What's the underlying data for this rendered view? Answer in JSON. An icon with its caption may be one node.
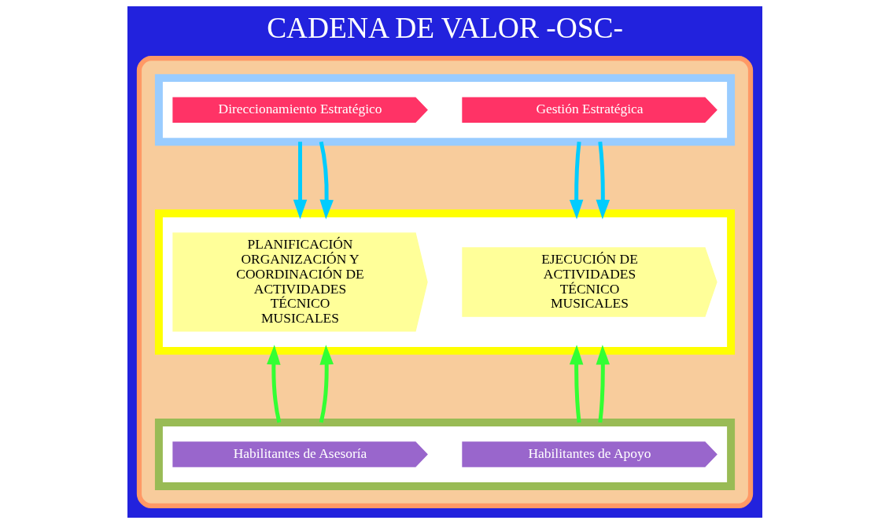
{
  "diagram": {
    "title": "CADENA DE VALOR -OSC-",
    "nodes": [
      {
        "text": [],
        "shape": "arrow"
      },
      {
        "text": [],
        "shape": "box",
        "in": 0
      },
      {
        "text": [
          "Direccionamiento Estratégico"
        ],
        "in": 1
      },
      {
        "text": [
          "Gestión Estratégica"
        ],
        "in": 1
      },
      {
        "text": [],
        "shape": "box",
        "in": 0
      },
      {
        "text": [
          "PLANIFICACIÓN ORGANIZACIÓN Y COORDINACIÓN DE ACTIVIDADES TÉCNICO MUSICALES"
        ],
        "in": 4
      },
      {
        "text": [
          "EJECUCIÓN DE ACTIVIDADES TÉCNICO MUSICALES"
        ],
        "in": 4
      },
      {
        "text": [],
        "shape": "box",
        "in": 0
      },
      {
        "text": [
          "Habilitantes de Asesoría"
        ],
        "in": 7
      },
      {
        "text": [
          "Habilitantes de Apoyo"
        ],
        "in": 7
      }
    ],
    "edges": [
      {
        "from": 1,
        "to": 4,
        "arrow": "to",
        "color": "#00ccff"
      },
      {
        "from": 1,
        "to": 4,
        "arrow": "to",
        "color": "#00ccff"
      },
      {
        "from": 1,
        "to": 4,
        "arrow": "to",
        "color": "#00ccff"
      },
      {
        "from": 1,
        "to": 4,
        "arrow": "to",
        "color": "#00ccff"
      },
      {
        "from": 7,
        "to": 4,
        "arrow": "to",
        "color": "#33ff33"
      },
      {
        "from": 7,
        "to": 4,
        "arrow": "to",
        "color": "#33ff33"
      },
      {
        "from": 7,
        "to": 4,
        "arrow": "to",
        "color": "#33ff33"
      },
      {
        "from": 7,
        "to": 4,
        "arrow": "to",
        "color": "#33ff33"
      }
    ]
  }
}
